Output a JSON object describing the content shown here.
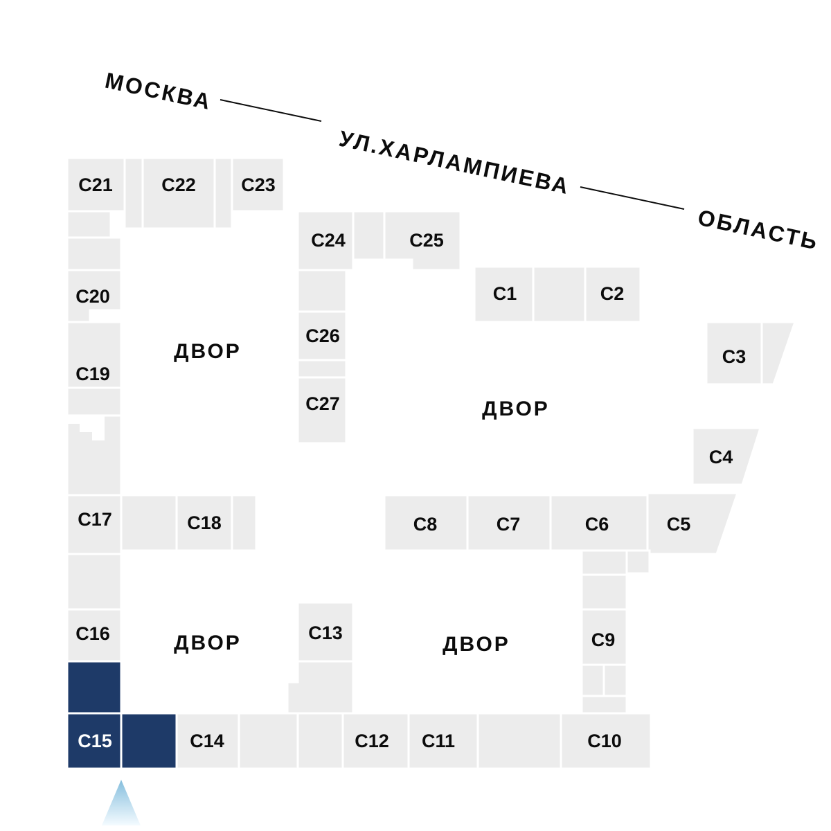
{
  "streets": {
    "left": "МОСКВА",
    "center": "УЛ.ХАРЛАМПИЕВА",
    "right": "ОБЛАСТЬ"
  },
  "courtyard_label": "ДВОР",
  "buildings": {
    "c1": "С1",
    "c2": "С2",
    "c3": "С3",
    "c4": "С4",
    "c5": "С5",
    "c6": "С6",
    "c7": "С7",
    "c8": "С8",
    "c9": "С9",
    "c10": "С10",
    "c11": "С11",
    "c12": "С12",
    "c13": "С13",
    "c14": "С14",
    "c15": "С15",
    "c16": "С16",
    "c17": "С17",
    "c18": "С18",
    "c19": "С19",
    "c20": "С20",
    "c21": "С21",
    "c22": "С22",
    "c23": "С23",
    "c24": "С24",
    "c25": "С25",
    "c26": "С26",
    "c27": "С27"
  },
  "selected": {
    "building": "С15"
  },
  "colors": {
    "background": "#ffffff",
    "building_fill": "#ececec",
    "building_stroke": "#ffffff",
    "selected_fill": "#1e3a68",
    "label": "#0c0c0c",
    "selected_label": "#ffffff",
    "marker_top": "#85bedd",
    "marker_bottom": "#f4fbff"
  }
}
